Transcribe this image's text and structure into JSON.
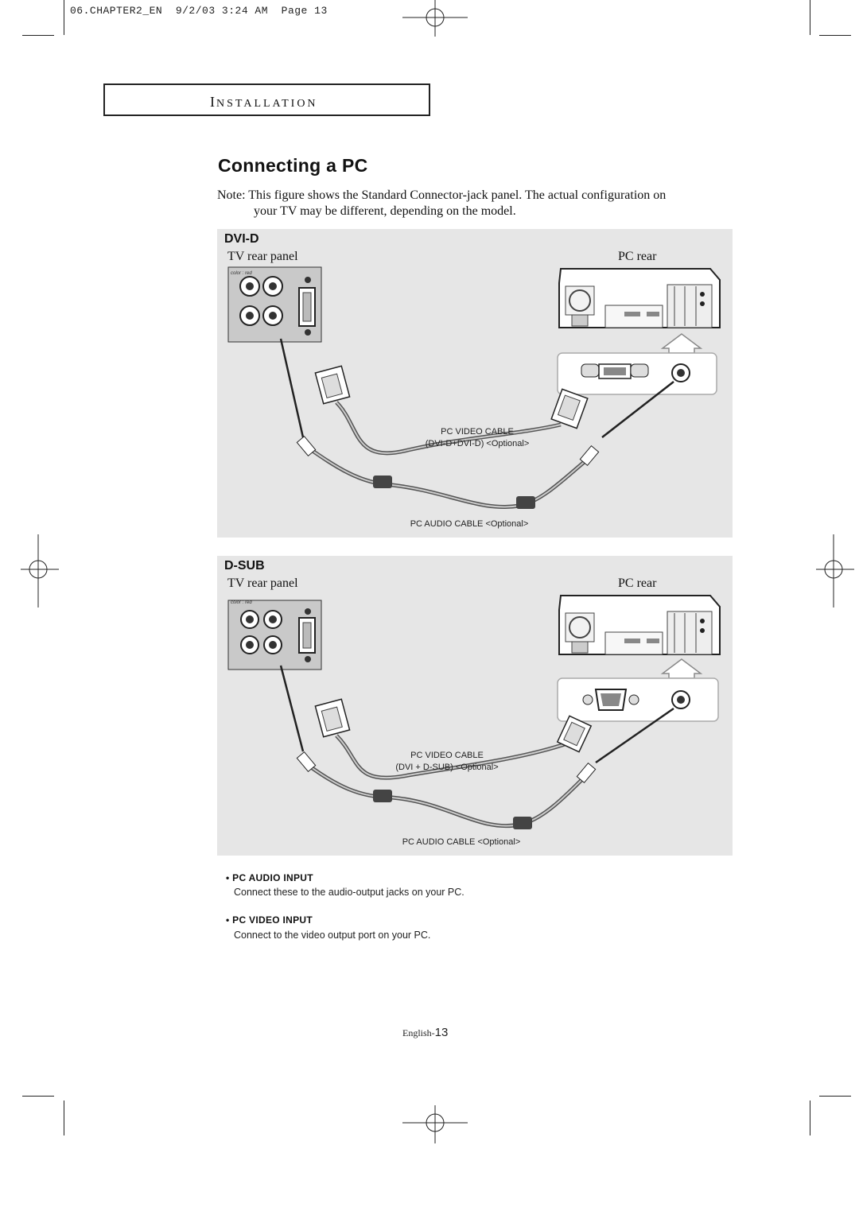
{
  "slug": "06.CHAPTER2_EN  9/2/03 3:24 AM  Page 13",
  "section": {
    "first_letter": "I",
    "rest": "NSTALLATION"
  },
  "title": "Connecting a PC",
  "note": {
    "line1": "Note: This figure shows the Standard Connector-jack panel. The actual configuration on",
    "line2": "your TV may be different, depending on the model."
  },
  "dvi_panel": {
    "title": "DVI-D",
    "tv_label": "TV rear panel",
    "pc_label": "PC rear",
    "color_note": "color : red",
    "video_cable": [
      "PC VIDEO CABLE",
      "(DVI-D+DVI-D) <Optional>"
    ],
    "audio_cable": "PC AUDIO CABLE <Optional>"
  },
  "dsub_panel": {
    "title": "D-SUB",
    "tv_label": "TV rear panel",
    "pc_label": "PC rear",
    "color_note": "color : red",
    "video_cable": [
      "PC VIDEO CABLE",
      "(DVI + D-SUB) <Optional>"
    ],
    "audio_cable": "PC AUDIO CABLE <Optional>"
  },
  "bullets": [
    {
      "heading": "• PC AUDIO INPUT",
      "text": "Connect these to the audio-output jacks on your PC."
    },
    {
      "heading": "• PC VIDEO INPUT",
      "text": "Connect to the video output port on your PC."
    }
  ],
  "footer": {
    "word": "English-",
    "number": "13"
  }
}
